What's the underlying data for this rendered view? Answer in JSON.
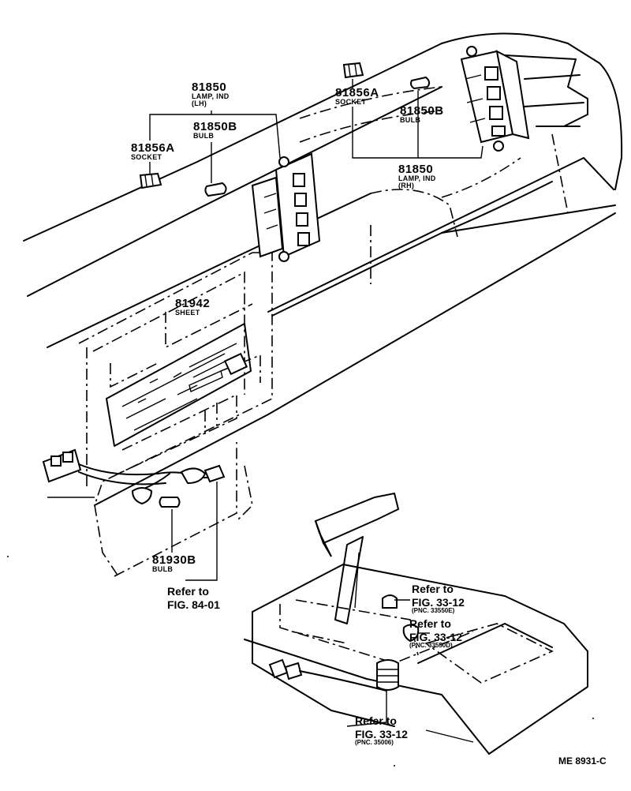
{
  "labels": {
    "lamp_lh": {
      "number": "81850",
      "line1": "LAMP, IND",
      "line2": "(LH)"
    },
    "bulb_lh": {
      "number": "81850B",
      "name": "BULB"
    },
    "socket_lh": {
      "number": "81856A",
      "name": "SOCKET"
    },
    "socket_rh": {
      "number": "81856A",
      "name": "SOCKET"
    },
    "bulb_rh": {
      "number": "81850B",
      "name": "BULB"
    },
    "lamp_rh": {
      "number": "81850",
      "line1": "LAMP, IND",
      "line2": "(RH)"
    },
    "sheet": {
      "number": "81942",
      "name": "SHEET"
    },
    "bulb_lower": {
      "number": "81930B",
      "name": "BULB"
    },
    "ref_84": {
      "line1": "Refer to",
      "line2": "FIG. 84-01"
    },
    "ref_33_a": {
      "line1": "Refer to",
      "line2": "FIG. 33-12",
      "pnc": "(PNC. 33550E)"
    },
    "ref_33_b": {
      "line1": "Refer to",
      "line2": "FIG. 33-12",
      "pnc": "(PNC. 33550D)"
    },
    "ref_33_c": {
      "line1": "Refer to",
      "line2": "FIG. 33-12",
      "pnc": "(PNC. 35006)"
    }
  },
  "diagram_code": "ME 8931-C"
}
